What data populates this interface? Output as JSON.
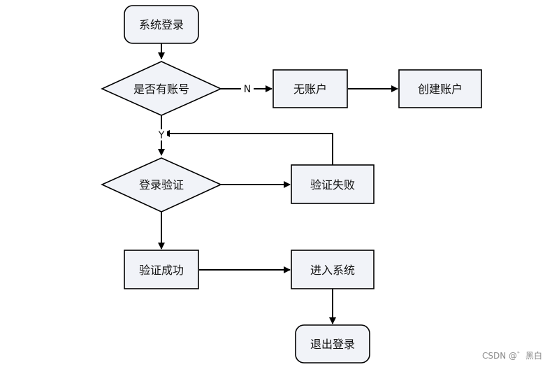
{
  "diagram": {
    "nodes": {
      "login": "系统登录",
      "has_account": "是否有账号",
      "no_account": "无账户",
      "create_account": "创建账户",
      "verify": "登录验证",
      "verify_fail": "验证失败",
      "verify_success": "验证成功",
      "enter_system": "进入系统",
      "logout": "退出登录"
    },
    "edge_labels": {
      "no": "N",
      "yes": "Y"
    }
  },
  "watermark": "CSDN @゛黑白"
}
